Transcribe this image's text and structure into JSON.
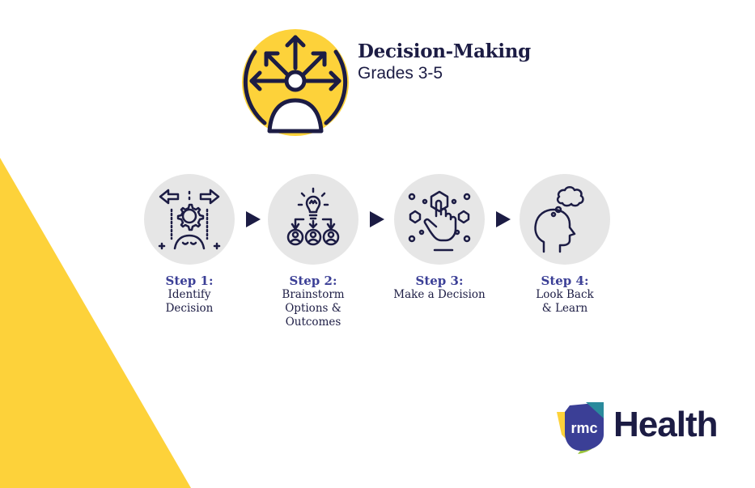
{
  "header": {
    "title": "Decision-Making",
    "subtitle": "Grades 3-5"
  },
  "steps": [
    {
      "label": "Step 1:",
      "desc": "Identify\nDecision",
      "icon": "gear-head-arrows-icon"
    },
    {
      "label": "Step 2:",
      "desc": "Brainstorm\nOptions &\nOutcomes",
      "icon": "lightbulb-group-icon"
    },
    {
      "label": "Step 3:",
      "desc": "Make a Decision",
      "icon": "hand-select-icon"
    },
    {
      "label": "Step 4:",
      "desc": "Look Back\n& Learn",
      "icon": "head-thought-cloud-icon"
    }
  ],
  "logo": {
    "badge_text": "rmc",
    "word": "Health"
  },
  "colors": {
    "yellow": "#FDD23A",
    "navy": "#1c1c44",
    "step_label": "#3b3f96",
    "circle_bg": "#e6e6e6",
    "logo_blue": "#3b3f96",
    "logo_teal": "#2a8a9c",
    "logo_green": "#9bc53d"
  }
}
